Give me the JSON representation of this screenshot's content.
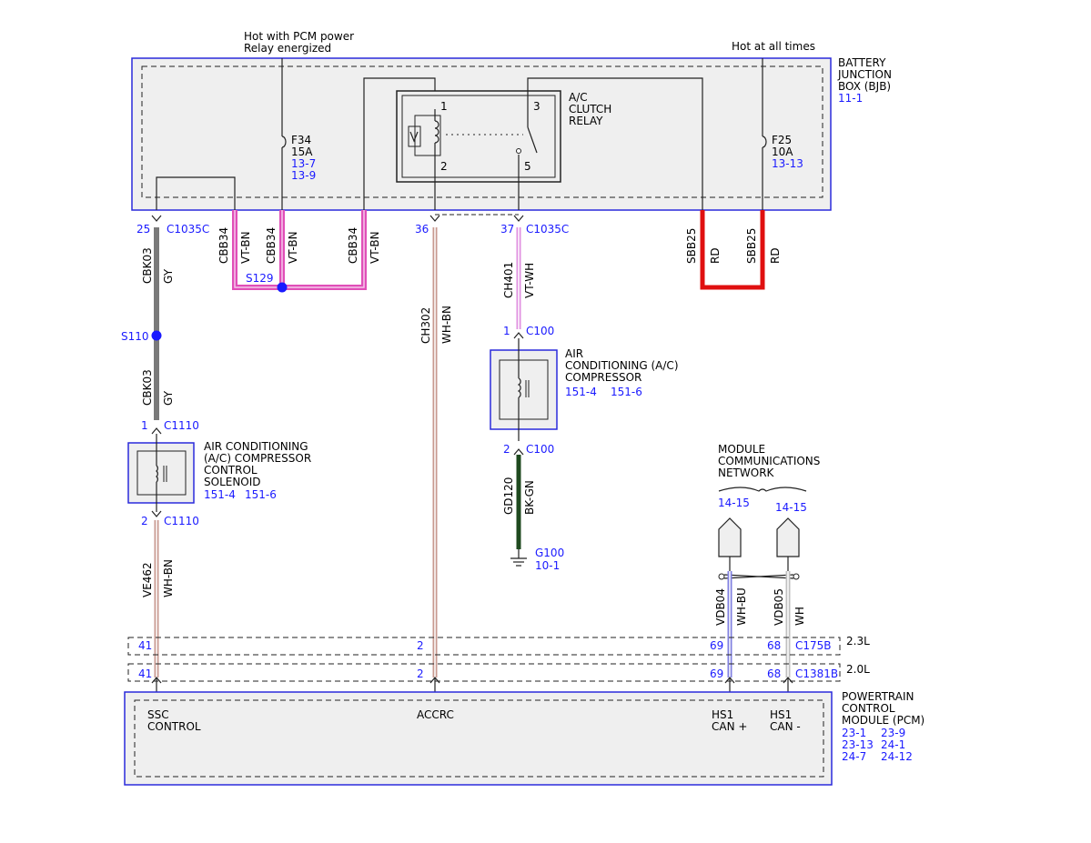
{
  "colors": {
    "gray": "#7a7a7a",
    "violet_brown": "#e04fb8",
    "white_brown": "#c89a90",
    "red": "#e01010",
    "violet_white": "#e090e0",
    "black_green": "#1f4a1f",
    "white_blue": "#8080e0",
    "white": "#c0c0c0",
    "label_blue": "#1a1aff",
    "box_outline": "#2a2adc"
  },
  "top_notes": {
    "pcm_hot_line1": "Hot with PCM power",
    "pcm_hot_line2": "Relay energized",
    "always_hot": "Hot at all times"
  },
  "bjb": {
    "name_line1": "BATTERY",
    "name_line2": "JUNCTION",
    "name_line3": "BOX (BJB)",
    "ref": "11-1",
    "fuse_f34": {
      "name": "F34",
      "rating": "15A",
      "ref1": "13-7",
      "ref2": "13-9"
    },
    "fuse_f25": {
      "name": "F25",
      "rating": "10A",
      "ref": "13-13"
    },
    "relay": {
      "name_line1": "A/C",
      "name_line2": "CLUTCH",
      "name_line3": "RELAY",
      "pin1": "1",
      "pin2": "2",
      "pin3": "3",
      "pin5": "5"
    }
  },
  "connectors": {
    "c1035c_left": {
      "pin": "25",
      "name": "C1035C"
    },
    "pin36": "36",
    "c1035c_right": {
      "pin": "37",
      "name": "C1035C"
    },
    "c100_top": {
      "pin": "1",
      "name": "C100"
    },
    "c100_bottom": {
      "pin": "2",
      "name": "C100"
    },
    "c1110_top": {
      "pin": "1",
      "name": "C1110"
    },
    "c1110_bottom": {
      "pin": "2",
      "name": "C1110"
    },
    "c175b": {
      "name": "C175B",
      "engine": "2.3L",
      "pins": [
        "41",
        "2",
        "69",
        "68"
      ]
    },
    "c1381b": {
      "name": "C1381B",
      "engine": "2.0L",
      "pins": [
        "41",
        "2",
        "69",
        "68"
      ]
    }
  },
  "wires": {
    "cbk03_top": {
      "circuit": "CBK03",
      "color": "GY"
    },
    "cbk03_bottom": {
      "circuit": "CBK03",
      "color": "GY"
    },
    "cbb34_a": {
      "circuit": "CBB34",
      "color": "VT-BN"
    },
    "cbb34_b": {
      "circuit": "CBB34",
      "color": "VT-BN"
    },
    "cbb34_c": {
      "circuit": "CBB34",
      "color": "VT-BN"
    },
    "ch302": {
      "circuit": "CH302",
      "color": "WH-BN"
    },
    "ch401": {
      "circuit": "CH401",
      "color": "VT-WH"
    },
    "sbb25_a": {
      "circuit": "SBB25",
      "color": "RD"
    },
    "sbb25_b": {
      "circuit": "SBB25",
      "color": "RD"
    },
    "gd120": {
      "circuit": "GD120",
      "color": "BK-GN"
    },
    "ve462": {
      "circuit": "VE462",
      "color": "WH-BN"
    },
    "vdb04": {
      "circuit": "VDB04",
      "color": "WH-BU"
    },
    "vdb05": {
      "circuit": "VDB05",
      "color": "WH"
    }
  },
  "splices": {
    "s129": "S129",
    "s110": "S110"
  },
  "ground": {
    "name": "G100",
    "ref": "10-1"
  },
  "compressor": {
    "line1": "AIR",
    "line2": "CONDITIONING (A/C)",
    "line3": "COMPRESSOR",
    "ref1": "151-4",
    "ref2": "151-6"
  },
  "solenoid": {
    "line1": "AIR CONDITIONING",
    "line2": "(A/C) COMPRESSOR",
    "line3": "CONTROL",
    "line4": "SOLENOID",
    "ref1": "151-4",
    "ref2": "151-6"
  },
  "network": {
    "line1": "MODULE",
    "line2": "COMMUNICATIONS",
    "line3": "NETWORK",
    "ref_left": "14-15",
    "ref_right": "14-15"
  },
  "pcm": {
    "name_line1": "POWERTRAIN",
    "name_line2": "CONTROL",
    "name_line3": "MODULE (PCM)",
    "refs": [
      "23-1",
      "23-9",
      "23-13",
      "24-1",
      "24-7",
      "24-12"
    ],
    "pin_ssc_line1": "SSC",
    "pin_ssc_line2": "CONTROL",
    "pin_accrc": "ACCRC",
    "pin_hs1p_line1": "HS1",
    "pin_hs1p_line2": "CAN +",
    "pin_hs1m_line1": "HS1",
    "pin_hs1m_line2": "CAN -"
  }
}
